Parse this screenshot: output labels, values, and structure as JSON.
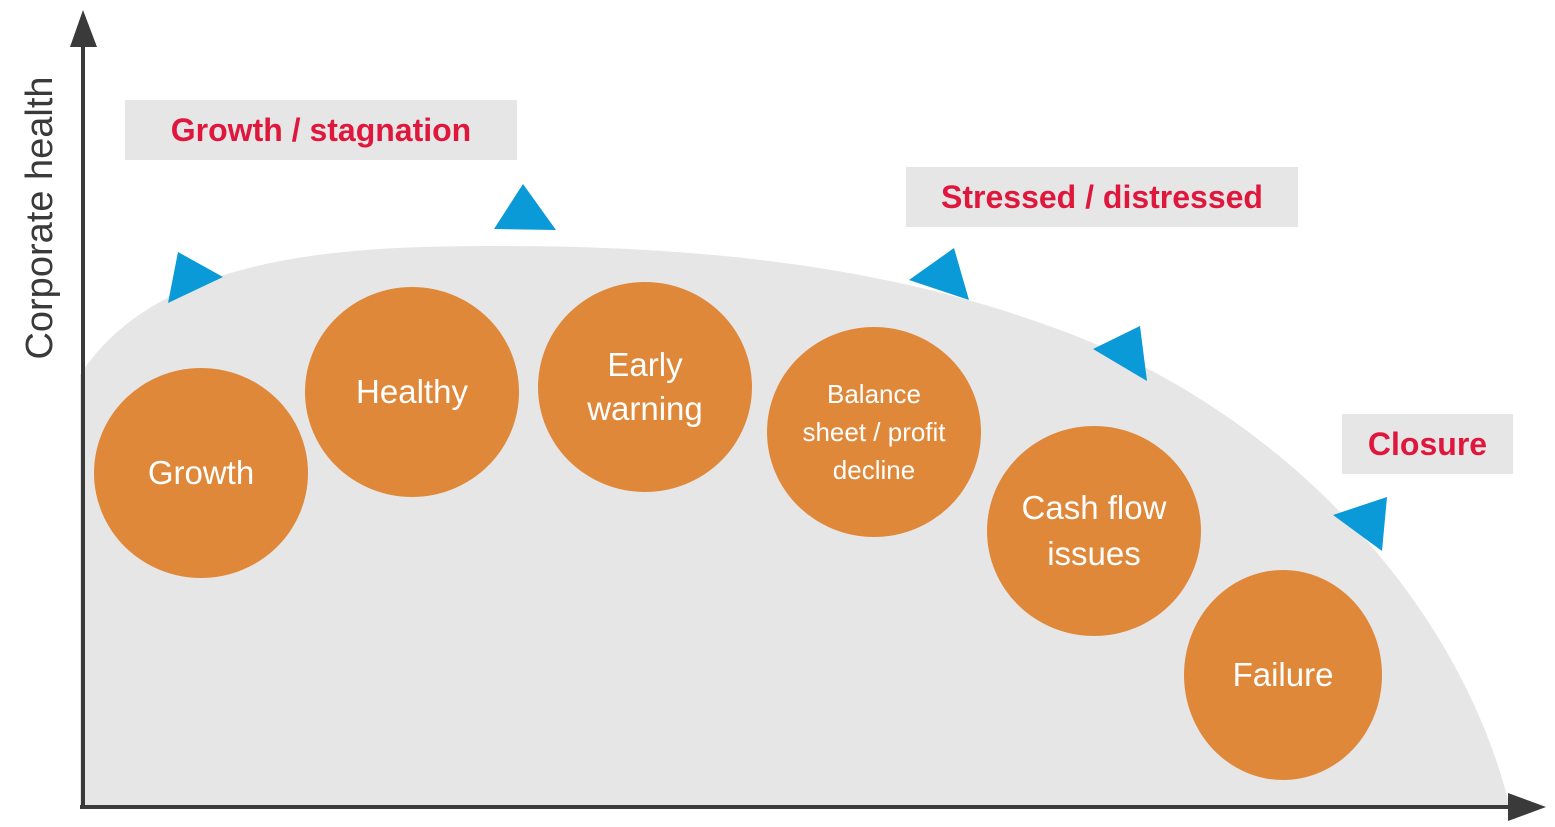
{
  "axis": {
    "y_label": "Corporate health"
  },
  "phases": {
    "growth_stagnation": "Growth / stagnation",
    "stressed_distressed": "Stressed / distressed",
    "closure": "Closure"
  },
  "stages": [
    {
      "label": "Growth"
    },
    {
      "label": "Healthy"
    },
    {
      "label": "Early\nwarning"
    },
    {
      "label": "Balance\nsheet / profit\ndecline"
    },
    {
      "label": "Cash flow\nissues"
    },
    {
      "label": "Failure"
    }
  ],
  "colors": {
    "curve_fill": "#e6e6e6",
    "stage_circle": "#e0883a",
    "phase_text": "#e0173c",
    "phase_box": "#e6e6e6",
    "arrow_marker": "#0a9ad8",
    "axis": "#3a3a3a"
  }
}
